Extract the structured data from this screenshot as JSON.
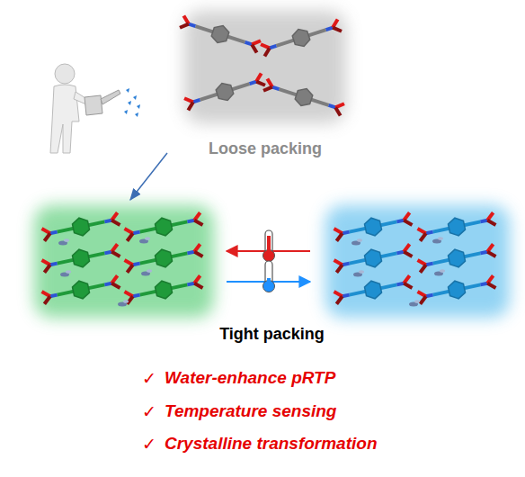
{
  "diagram": {
    "nodes": [
      {
        "text": [
          "Loose packing"
        ]
      },
      {
        "text": [
          "Tight packing"
        ]
      }
    ],
    "edges": [
      {
        "from": 0,
        "to": 1,
        "arrow": "to"
      }
    ],
    "labels": [
      "✓",
      "Water-enhance pRTP",
      "✓",
      "Temperature sensing",
      "✓",
      "Crystalline transformation"
    ]
  }
}
